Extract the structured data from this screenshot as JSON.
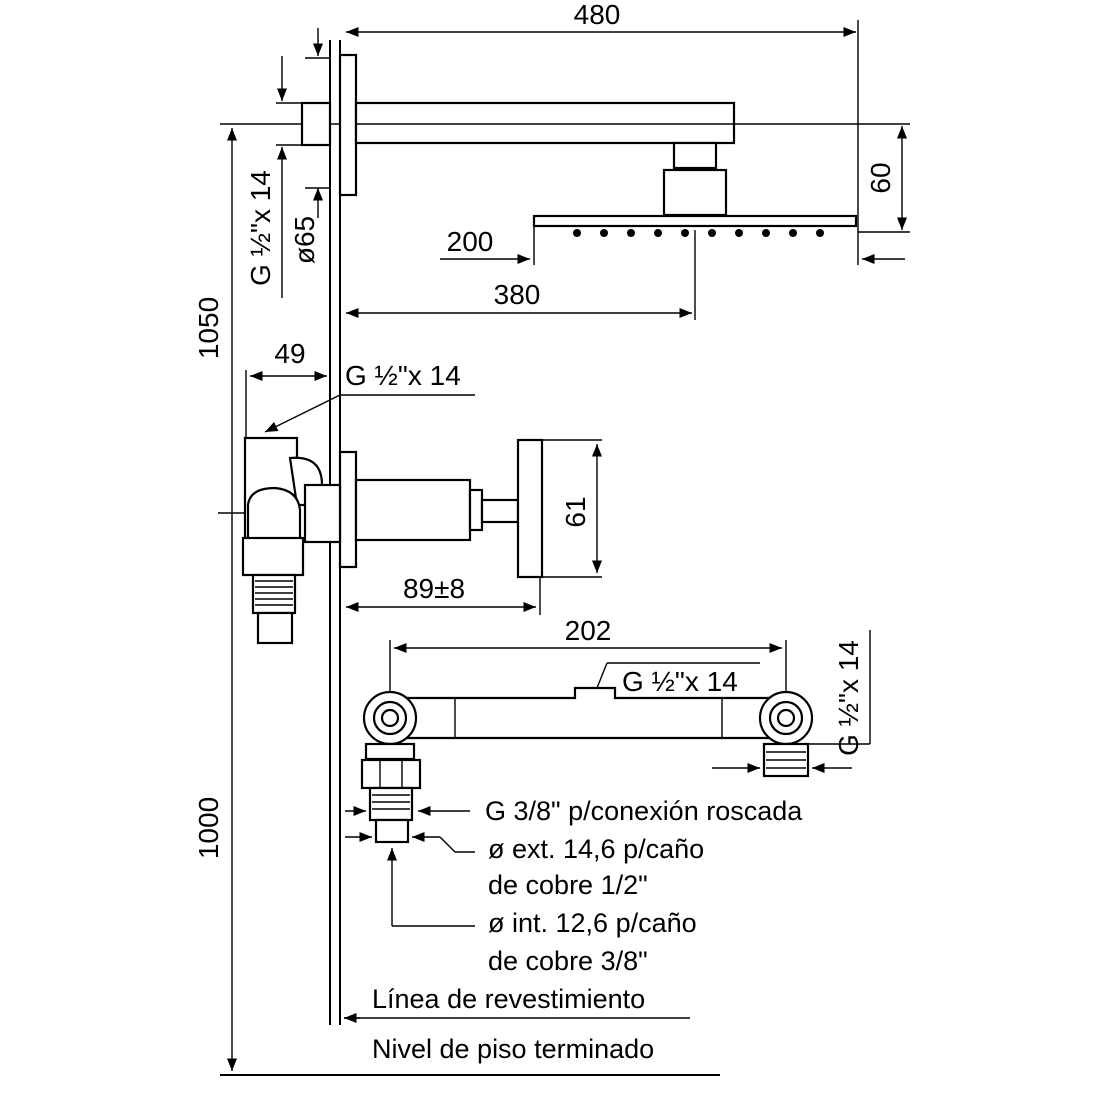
{
  "dimensions": {
    "arm_length": "480",
    "head_height": "60",
    "head_offset": "200",
    "head_center": "380",
    "shower_height": "1050",
    "wall_outlet_size": "ø65",
    "thread_top": "G ½\"x 14",
    "valve_depth": "49",
    "valve_thread": "G ½\"x 14",
    "handle_size": "61",
    "handle_projection": "89±8",
    "bar_length": "202",
    "bar_thread_top": "G ½\"x 14",
    "bar_thread_side": "G ½\"x 14",
    "valve_height": "1000"
  },
  "notes": {
    "conn_thread": "G 3/8\" p/conexión roscada",
    "ext_diam_1": "ø ext. 14,6 p/caño",
    "ext_diam_2": "de cobre 1/2\"",
    "int_diam_1": "ø int. 12,6 p/caño",
    "int_diam_2": "de cobre 3/8\"",
    "cladding_line": "Línea de revestimiento",
    "floor_level": "Nivel de piso terminado"
  }
}
